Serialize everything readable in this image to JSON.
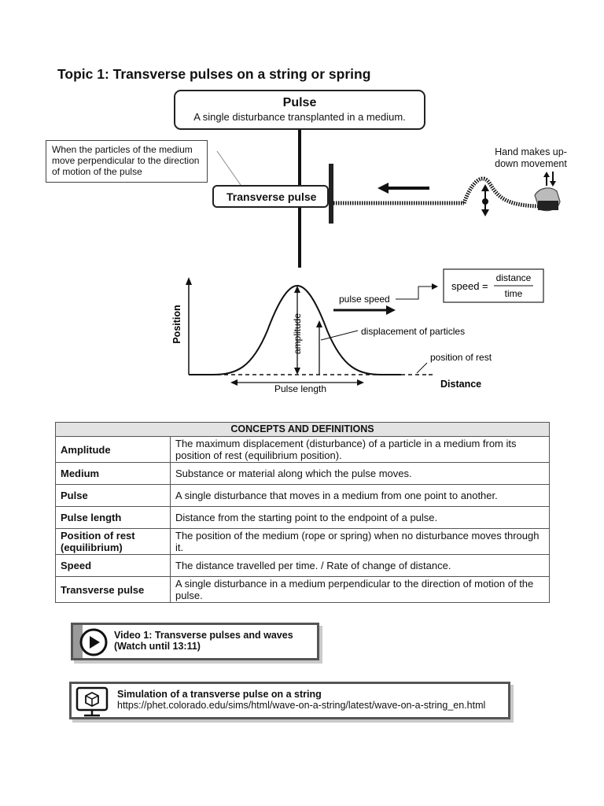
{
  "title": "Topic 1: Transverse pulses on a string or spring",
  "pulse_box": {
    "heading": "Pulse",
    "subtitle": "A single disturbance transplanted in a medium."
  },
  "definition_note": "When the particles of the medium move perpendicular to the direction of motion of the pulse",
  "transverse_label": "Transverse pulse",
  "hand_label": "Hand makes up-down movement",
  "graph": {
    "y_label": "Position",
    "x_label": "Distance",
    "amplitude_label": "amplitude",
    "pulse_speed_label": "pulse speed",
    "displacement_label": "displacement of particles",
    "rest_label": "position of rest",
    "length_label": "Pulse length",
    "formula": {
      "lhs": "speed =",
      "numerator": "distance",
      "denominator": "time"
    }
  },
  "table": {
    "header": "CONCEPTS AND DEFINITIONS",
    "rows": [
      {
        "term": "Amplitude",
        "definition": "The maximum displacement (disturbance) of a particle in a medium from its position of rest (equilibrium position)."
      },
      {
        "term": "Medium",
        "definition": "Substance or material along which the pulse moves."
      },
      {
        "term": "Pulse",
        "definition": "A single disturbance that moves in a medium from one point to another."
      },
      {
        "term": "Pulse length",
        "definition": "Distance from the starting point to the endpoint of a pulse."
      },
      {
        "term": "Position of rest (equilibrium)",
        "definition": "The position of the medium (rope or spring) when no disturbance moves through it."
      },
      {
        "term": "Speed",
        "definition": "The distance travelled per time. / Rate of change of distance."
      },
      {
        "term": "Transverse pulse",
        "definition": "A single disturbance in a medium perpendicular to the direction of motion of the pulse."
      }
    ]
  },
  "video": {
    "title": "Video 1: Transverse pulses and waves",
    "note": "(Watch until 13:11)",
    "icon": "play-icon"
  },
  "simulation": {
    "title": "Simulation of a transverse pulse on a string",
    "url": "https://phet.colorado.edu/sims/html/wave-on-a-string/latest/wave-on-a-string_en.html",
    "icon": "computer-cube-icon"
  }
}
